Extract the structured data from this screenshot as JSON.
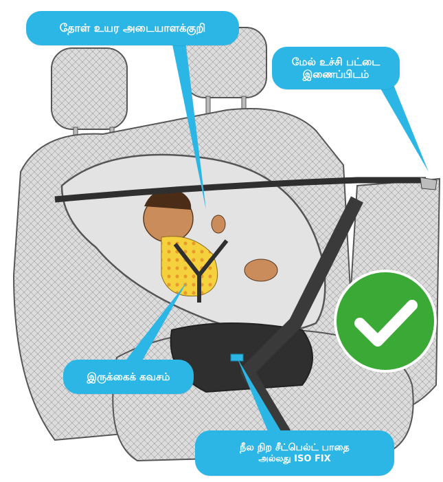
{
  "callouts": {
    "shoulder_marker": "தோள் உயர அடையாளக்குறி",
    "top_tether_line1": "மேல் உச்சி பட்டை",
    "top_tether_line2": "இணைப்பிடம்",
    "seat_shell": "இருக்கைக் கவசம்",
    "belt_path_line1": "நீல நிற சீட்பெல்ட் பாதை",
    "belt_path_line2": "அல்லது ISO FIX"
  },
  "icons": {
    "approved": "checkmark-icon"
  },
  "colors": {
    "callout_blue": "#2bb6e6",
    "check_green": "#3aa935",
    "belt_dark": "#3a3a3a",
    "seat_gray": "#d9d9d9"
  }
}
